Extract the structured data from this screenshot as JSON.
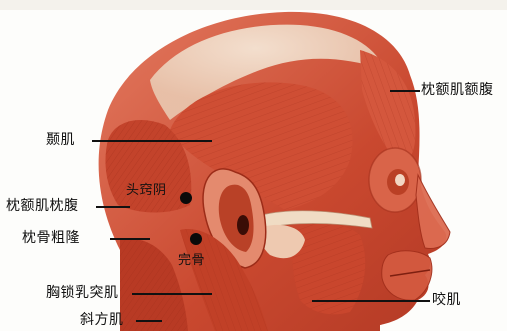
{
  "labels": {
    "frontal_belly": "枕额肌额腹",
    "temporalis": "颞肌",
    "occipital_belly": "枕额肌枕腹",
    "external_occipital_protuberance": "枕骨粗隆",
    "sternocleidomastoid": "胸锁乳突肌",
    "trapezius": "斜方肌",
    "masseter": "咬肌"
  },
  "acupoints": {
    "touqiaoyin": "头窍阴",
    "wangu": "完骨"
  },
  "colors": {
    "muscle_dark": "#b83a24",
    "muscle_mid": "#d9634a",
    "muscle_light": "#f0a88e",
    "tendon": "#f2e6d2",
    "background": "#fdfdfb",
    "point": "#0a0a0a"
  }
}
